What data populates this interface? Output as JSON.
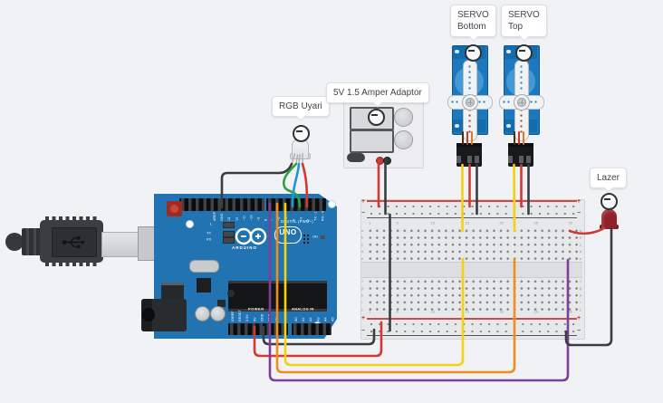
{
  "canvas": {
    "background": "#f0f2f5"
  },
  "callouts": {
    "rgb": "RGB Uyari",
    "adaptor": "5V 1.5 Amper Adaptor",
    "servo_bottom_line1": "SERVO",
    "servo_bottom_line2": "Bottom",
    "servo_top_line1": "SERVO",
    "servo_top_line2": "Top",
    "laser": "Lazer"
  },
  "arduino": {
    "brand": "ARDUINO",
    "model": "UNO",
    "digital_label": "DIGITAL (PWM~)",
    "power_label": "POWER",
    "analog_label": "ANALOG IN",
    "on_label": "ON",
    "led_labels": [
      "L",
      "TX",
      "RX"
    ],
    "digital_pins_left": [
      "AREF",
      "GND",
      "13",
      "12",
      "~11",
      "~10",
      "~9",
      "8"
    ],
    "digital_pins_right": [
      "7",
      "~6",
      "~5",
      "4",
      "~3",
      "2",
      "TX→1",
      "RX←0"
    ],
    "power_pins": [
      "IOREF",
      "RESET",
      "3.3V",
      "5V",
      "GND",
      "GND",
      "Vin"
    ],
    "analog_pins": [
      "A0",
      "A1",
      "A2",
      "A3",
      "A4",
      "A5"
    ]
  },
  "breadboard": {
    "column_numbers": [
      "1",
      "5",
      "10",
      "15",
      "20",
      "25",
      "30"
    ],
    "row_letters_top": [
      "a",
      "b",
      "c",
      "d",
      "e"
    ],
    "row_letters_bottom": [
      "f",
      "g",
      "h",
      "i",
      "j"
    ],
    "plus": "+",
    "minus": "−"
  },
  "wires": [
    {
      "name": "rgb-cathode",
      "color": "black",
      "hex": "#393d41",
      "from": "RGB LED cathode",
      "to": "Arduino GND (digital side)"
    },
    {
      "name": "rgb-green",
      "color": "green",
      "hex": "#2fa13e",
      "from": "RGB LED green leg",
      "to": "Arduino D3"
    },
    {
      "name": "rgb-blue",
      "color": "blue",
      "hex": "#2196d6",
      "from": "RGB LED blue leg",
      "to": "Arduino D4"
    },
    {
      "name": "rgb-red",
      "color": "red",
      "hex": "#d03a30",
      "from": "RGB LED red leg",
      "to": "Arduino D2"
    },
    {
      "name": "servo-bottom-signal-arduino",
      "color": "yellow",
      "hex": "#f5d211",
      "from": "Arduino D5",
      "to": "breadboard column 15 row e"
    },
    {
      "name": "servo-top-signal-arduino",
      "color": "orange",
      "hex": "#ef8e1c",
      "from": "Arduino D6",
      "to": "breadboard column 22 row e"
    },
    {
      "name": "laser-signal-arduino",
      "color": "purple",
      "hex": "#7d3f98",
      "from": "Arduino D7",
      "to": "breadboard column 30 row e"
    },
    {
      "name": "arduino-5v",
      "color": "red",
      "hex": "#d03a30",
      "from": "Arduino 5V",
      "to": "breadboard bottom + rail"
    },
    {
      "name": "arduino-gnd",
      "color": "black",
      "hex": "#393d41",
      "from": "Arduino GND (power side)",
      "to": "breadboard bottom − rail"
    },
    {
      "name": "adaptor-positive",
      "color": "red",
      "hex": "#d03a30",
      "from": "adaptor + terminal",
      "to": "breadboard top + rail"
    },
    {
      "name": "adaptor-negative",
      "color": "black",
      "hex": "#393d41",
      "from": "adaptor − terminal",
      "to": "breadboard top − rail"
    },
    {
      "name": "rail-jumper",
      "color": "black",
      "hex": "#393d41",
      "from": "breadboard top − rail",
      "to": "breadboard bottom − rail"
    },
    {
      "name": "servo-bottom-signal",
      "color": "yellow",
      "hex": "#f5d211",
      "from": "servo bottom connector",
      "to": "breadboard column 15 row a"
    },
    {
      "name": "servo-bottom-power",
      "color": "red",
      "hex": "#d03a30",
      "from": "servo bottom connector",
      "to": "breadboard top + rail"
    },
    {
      "name": "servo-bottom-ground",
      "color": "black",
      "hex": "#393d41",
      "from": "servo bottom connector",
      "to": "breadboard top − rail"
    },
    {
      "name": "servo-top-signal",
      "color": "yellow",
      "hex": "#f5d211",
      "from": "servo top connector",
      "to": "breadboard column 22 row a"
    },
    {
      "name": "servo-top-power",
      "color": "red",
      "hex": "#d03a30",
      "from": "servo top connector",
      "to": "breadboard top + rail"
    },
    {
      "name": "servo-top-ground",
      "color": "black",
      "hex": "#393d41",
      "from": "servo top connector",
      "to": "breadboard top − rail"
    },
    {
      "name": "laser-anode",
      "color": "red",
      "hex": "#d03a30",
      "from": "laser LED anode",
      "to": "breadboard column 30 row a"
    },
    {
      "name": "laser-cathode",
      "color": "black",
      "hex": "#393d41",
      "from": "laser LED cathode",
      "to": "breadboard bottom − rail"
    }
  ],
  "colors": {
    "background": "#f0f2f5",
    "arduino_body": "#2273b2",
    "breadboard_body": "#e7e8ea",
    "servo_body": "#1d79bd",
    "laser_body": "#8f2127",
    "rail_positive_line": "#cc4b47",
    "rail_negative_line": "#53575c"
  }
}
